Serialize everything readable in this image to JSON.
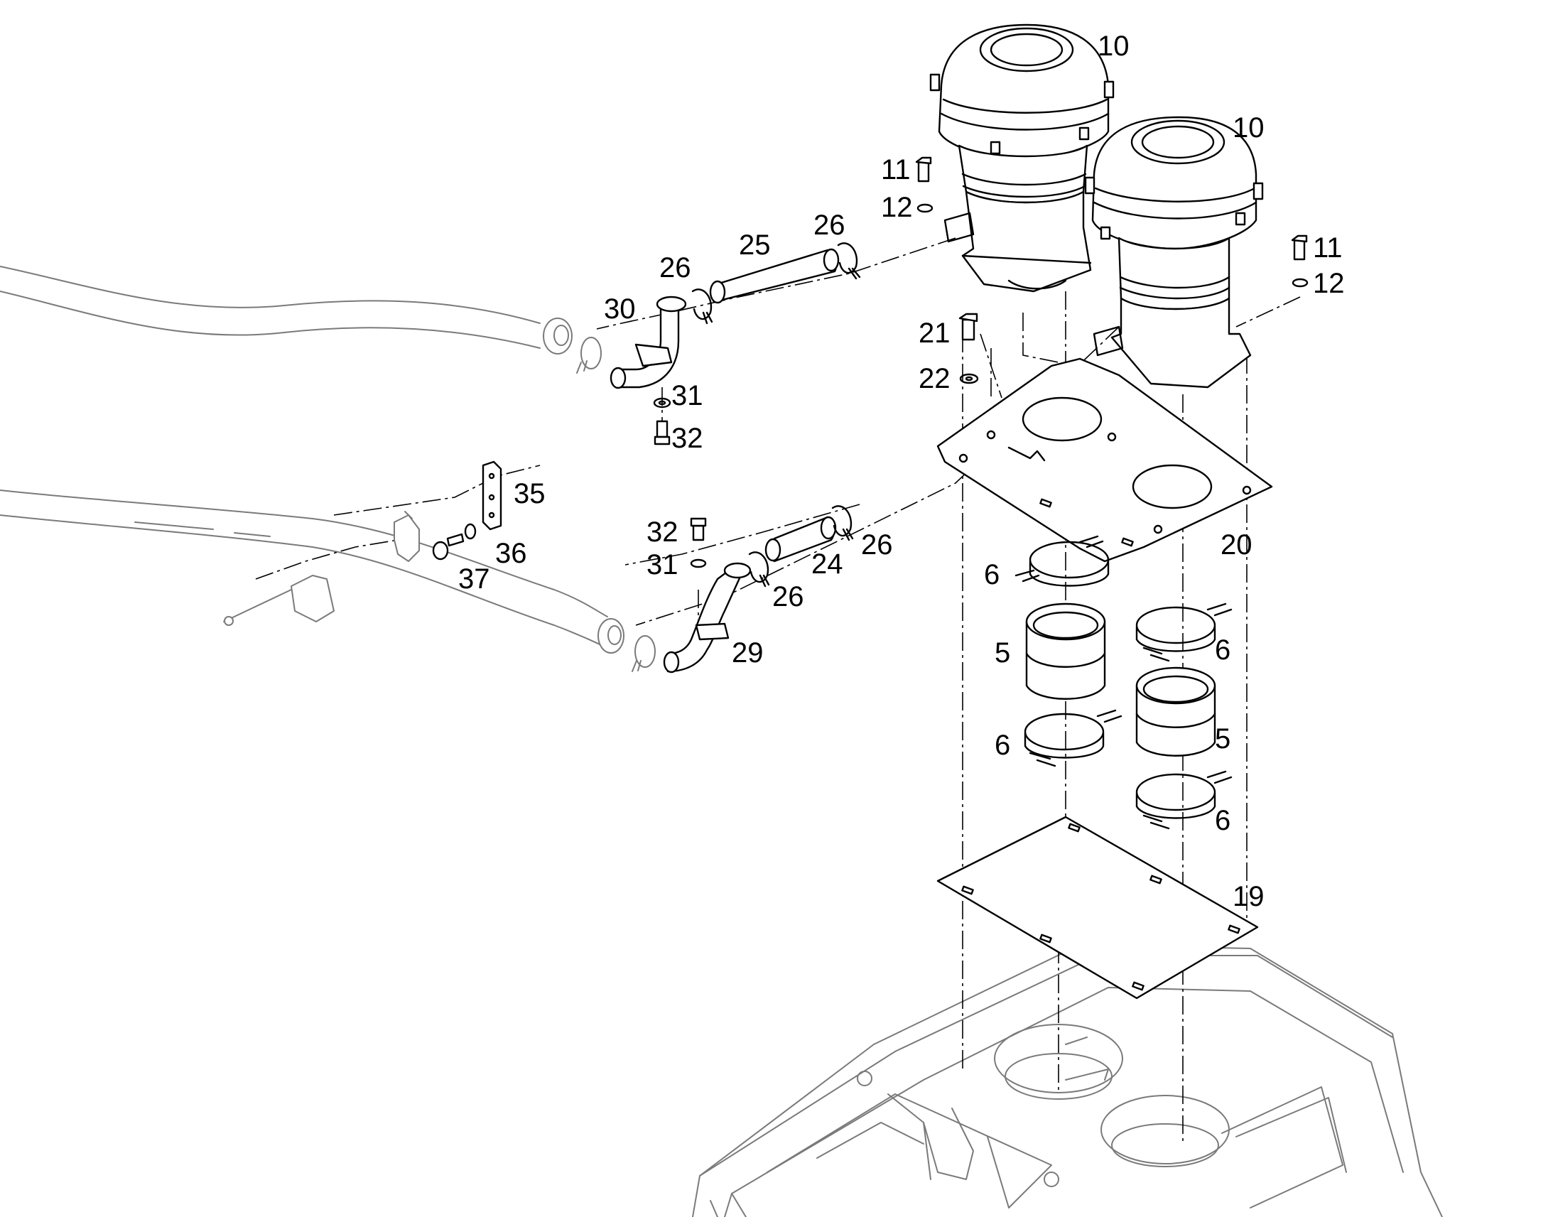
{
  "diagram": {
    "callouts": [
      {
        "id": "c10a",
        "text": "10"
      },
      {
        "id": "c10b",
        "text": "10"
      },
      {
        "id": "c11a",
        "text": "11"
      },
      {
        "id": "c12a",
        "text": "12"
      },
      {
        "id": "c11b",
        "text": "11"
      },
      {
        "id": "c12b",
        "text": "12"
      },
      {
        "id": "c25",
        "text": "25"
      },
      {
        "id": "c26a",
        "text": "26"
      },
      {
        "id": "c26b",
        "text": "26"
      },
      {
        "id": "c30",
        "text": "30"
      },
      {
        "id": "c21",
        "text": "21"
      },
      {
        "id": "c22",
        "text": "22"
      },
      {
        "id": "c31a",
        "text": "31"
      },
      {
        "id": "c32a",
        "text": "32"
      },
      {
        "id": "c35",
        "text": "35"
      },
      {
        "id": "c36",
        "text": "36"
      },
      {
        "id": "c37",
        "text": "37"
      },
      {
        "id": "c32b",
        "text": "32"
      },
      {
        "id": "c31b",
        "text": "31"
      },
      {
        "id": "c24",
        "text": "24"
      },
      {
        "id": "c26c",
        "text": "26"
      },
      {
        "id": "c26d",
        "text": "26"
      },
      {
        "id": "c29",
        "text": "29"
      },
      {
        "id": "c20",
        "text": "20"
      },
      {
        "id": "c6a",
        "text": "6"
      },
      {
        "id": "c5a",
        "text": "5"
      },
      {
        "id": "c6b",
        "text": "6"
      },
      {
        "id": "c6c",
        "text": "6"
      },
      {
        "id": "c5b",
        "text": "5"
      },
      {
        "id": "c6d",
        "text": "6"
      },
      {
        "id": "c19",
        "text": "19"
      }
    ]
  }
}
